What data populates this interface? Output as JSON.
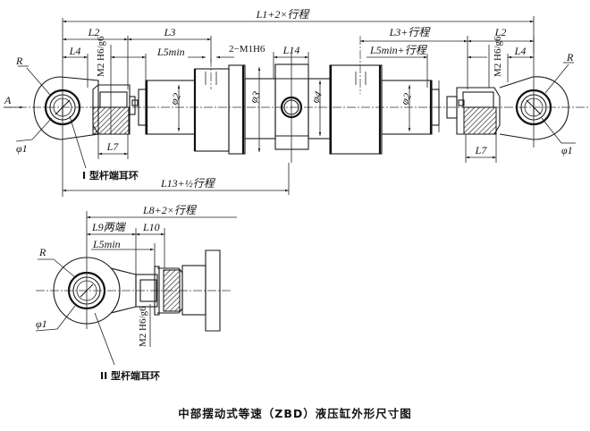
{
  "caption": "中部摆动式等速（ZBD）液压缸外形尺寸图",
  "top_view": {
    "overall": "L1+2×行程",
    "l2_left": "L2",
    "l3": "L3",
    "l4_left": "L4",
    "fit_left": "M2 H6/g6",
    "l5min": "L5min",
    "m1": "2−M1H6",
    "l14": "L14",
    "l3_stroke": "L3+行程",
    "l5min_stroke": "L5min+行程",
    "l2_right": "L2",
    "l4_right": "L4",
    "fit_right": "M2 H6/g6",
    "r_left": "R",
    "r_right": "R",
    "phi1_left": "φ1",
    "phi1_right": "φ1",
    "phi2_left": "φ2",
    "phi3": "φ3",
    "phi4": "φ4",
    "phi2_right": "φ2",
    "l7_left": "L7",
    "l7_right": "L7",
    "arrow_a": "A",
    "type1_label": "I 型杆端耳环",
    "l13": "L13+½行程"
  },
  "bottom_view": {
    "l8": "L8+2×行程",
    "l9": "L9两端",
    "l10": "L10",
    "l5min": "L5min",
    "r": "R",
    "phi1": "φ1",
    "fit": "M2 H6/g6",
    "type2_label": "II 型杆端耳环"
  },
  "colors": {
    "ink": "#111111",
    "paper": "#ffffff"
  }
}
